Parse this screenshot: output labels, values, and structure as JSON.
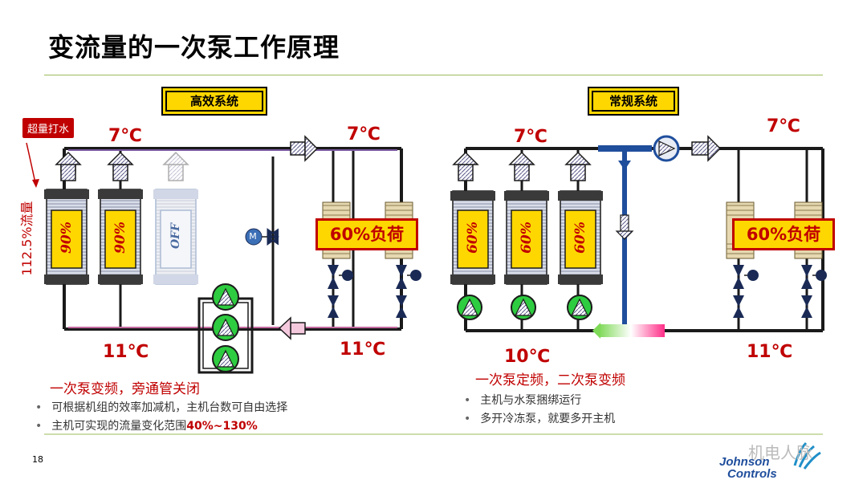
{
  "title": "变流量的一次泵工作原理",
  "page_number": "18",
  "watermark": "机电人脉",
  "brand": {
    "line1": "Johnson",
    "line2": "Controls"
  },
  "left": {
    "label": "高效系统",
    "flag": "超量打水",
    "flow_label": "112.5%流量",
    "supply_temp_left": "7℃",
    "supply_temp_right": "7℃",
    "return_temp_left": "11℃",
    "return_temp_right": "11℃",
    "chillers": [
      "90%",
      "90%",
      "OFF"
    ],
    "load": "60%负荷",
    "valve_label": "M",
    "subtitle": "一次泵变频，旁通管关闭",
    "bullet1": "可根据机组的效率加减机，主机台数可自由选择",
    "bullet2_pre": "主机可实现的流量变化范围",
    "bullet2_hl": "40%~130%"
  },
  "right": {
    "label": "常规系统",
    "supply_temp_left": "7℃",
    "supply_temp_right": "7℃",
    "return_temp_left": "10℃",
    "return_temp_right": "11℃",
    "chillers": [
      "60%",
      "60%",
      "60%"
    ],
    "load": "60%负荷",
    "subtitle": "一次泵定频，二次泵变频",
    "bullet1": "主机与水泵捆绑运行",
    "bullet2": "多开冷冻泵，就要多开主机"
  },
  "colors": {
    "accent_red": "#c00000",
    "yellow": "#ffd700",
    "pipe": "#1a1a1a",
    "bypass_blue": "#1f4e9c"
  }
}
